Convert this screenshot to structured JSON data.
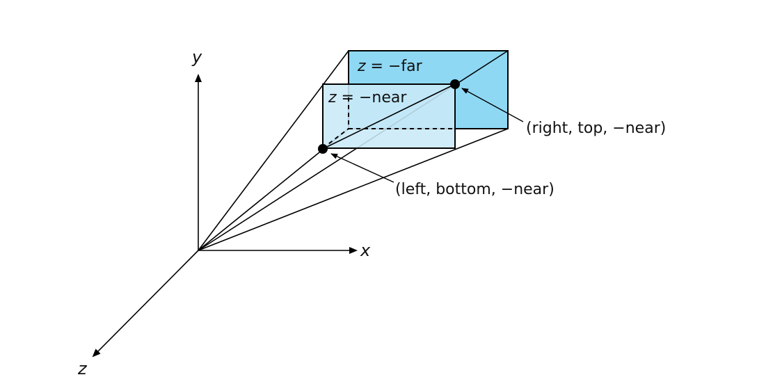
{
  "axes": {
    "x_label": "x",
    "y_label": "y",
    "z_label": "z"
  },
  "planes": {
    "far": {
      "var": "z",
      "rest": " = −far",
      "fill_color": "#8ed8f4"
    },
    "near": {
      "var": "z",
      "rest": " = −near",
      "fill_color": "#c9e9f8"
    }
  },
  "points": {
    "right_top": "(right, top, −near)",
    "left_bottom": "(left, bottom, −near)"
  },
  "colors": {
    "line": "#000000",
    "background": "#ffffff"
  }
}
